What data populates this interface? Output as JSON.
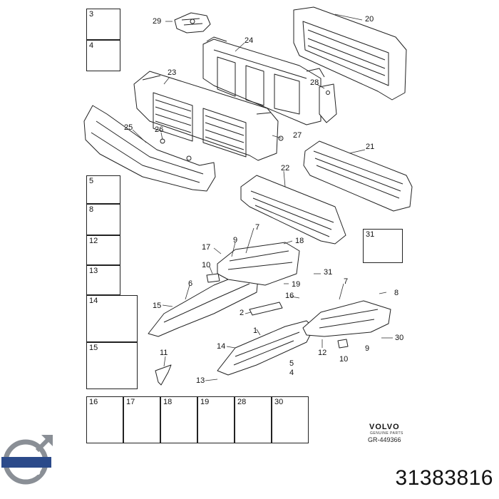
{
  "callouts": {
    "c1": "1",
    "c2": "2",
    "c4": "4",
    "c5": "5",
    "c6": "6",
    "c7a": "7",
    "c7b": "7",
    "c8": "8",
    "c9a": "9",
    "c9b": "9",
    "c10a": "10",
    "c10b": "10",
    "c11": "11",
    "c12": "12",
    "c13": "13",
    "c14": "14",
    "c15": "15",
    "c16": "16",
    "c17": "17",
    "c18": "18",
    "c19": "19",
    "c20": "20",
    "c21": "21",
    "c22": "22",
    "c23": "23",
    "c24": "24",
    "c25": "25",
    "c26": "26",
    "c27": "27",
    "c28": "28",
    "c29": "29",
    "c30": "30",
    "c31": "31"
  },
  "boxes": {
    "b3": "3",
    "b4": "4",
    "b5": "5",
    "b8": "8",
    "b12": "12",
    "b13": "13",
    "b14": "14",
    "b15": "15",
    "b16": "16",
    "b17": "17",
    "b18": "18",
    "b19": "19",
    "b28": "28",
    "b30": "30",
    "b31": "31"
  },
  "branding": {
    "brand_small": "VOLVO",
    "brand_sub": "GENUINE PARTS",
    "ref_code": "GR-449366",
    "logo_text": "VOLVO"
  },
  "part_number": "31383816",
  "colors": {
    "line": "#222222",
    "logo_ring": "#8a8f96",
    "logo_band": "#2b4a8a"
  }
}
